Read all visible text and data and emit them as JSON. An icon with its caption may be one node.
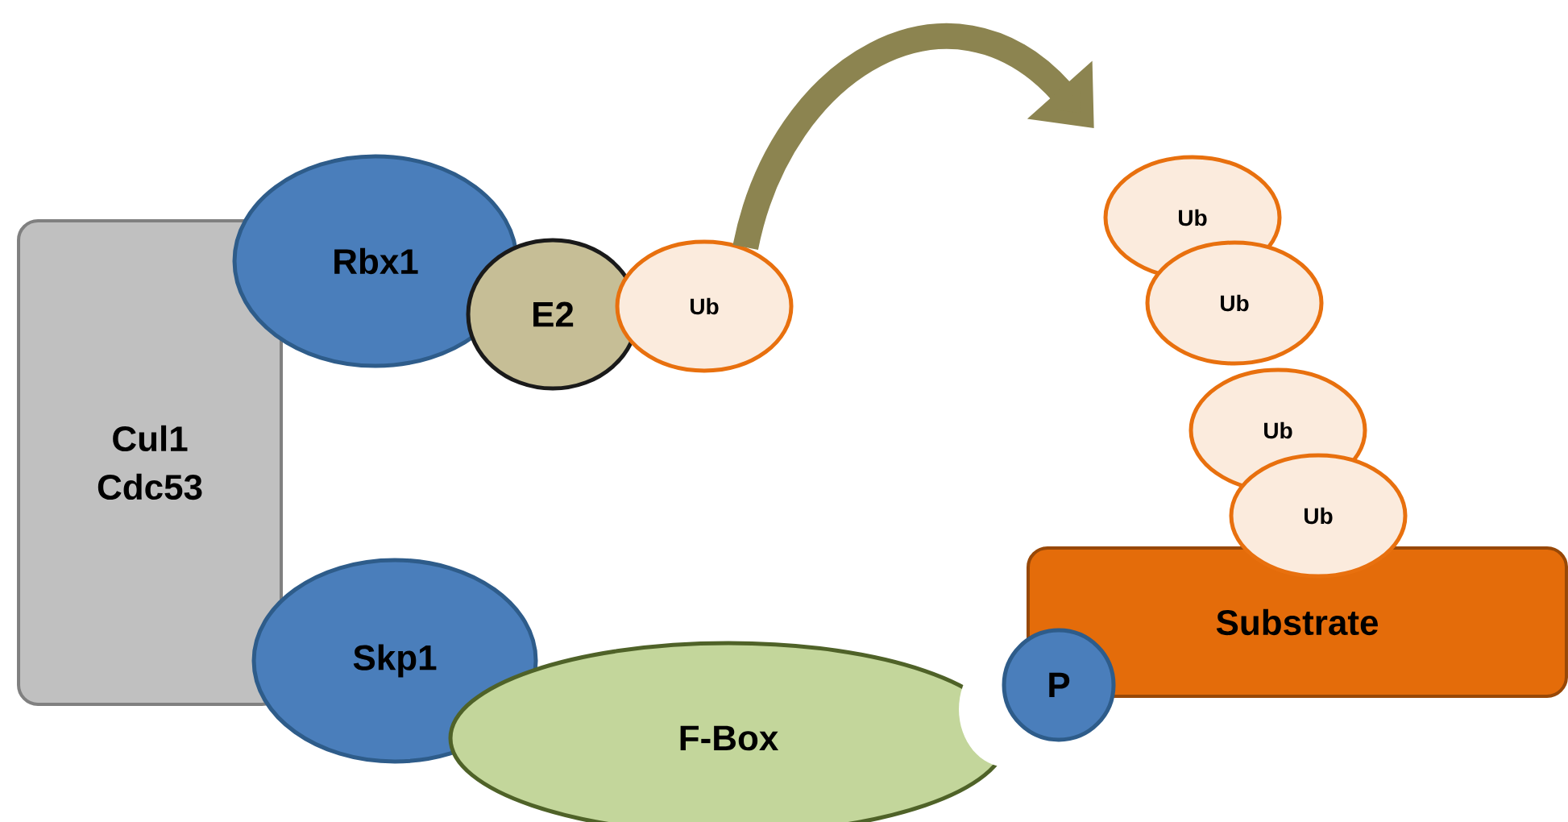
{
  "diagram": {
    "nodes": [
      {
        "text": [
          "Cul1 Cdc53"
        ]
      },
      {
        "text": [
          "Rbx1"
        ]
      },
      {
        "text": [
          "E2"
        ]
      },
      {
        "text": [
          "Ub"
        ]
      },
      {
        "text": [
          "Ub"
        ]
      },
      {
        "text": [
          "Ub"
        ]
      },
      {
        "text": [
          "Ub"
        ]
      },
      {
        "text": [
          "Ub"
        ]
      },
      {
        "text": [
          "Skp1"
        ]
      },
      {
        "text": [
          "F-Box"
        ]
      },
      {
        "text": [
          "Substrate"
        ]
      },
      {
        "text": [
          "P"
        ]
      }
    ],
    "edges": [
      {
        "from": 3,
        "to": 4,
        "arrow": "to"
      }
    ]
  }
}
